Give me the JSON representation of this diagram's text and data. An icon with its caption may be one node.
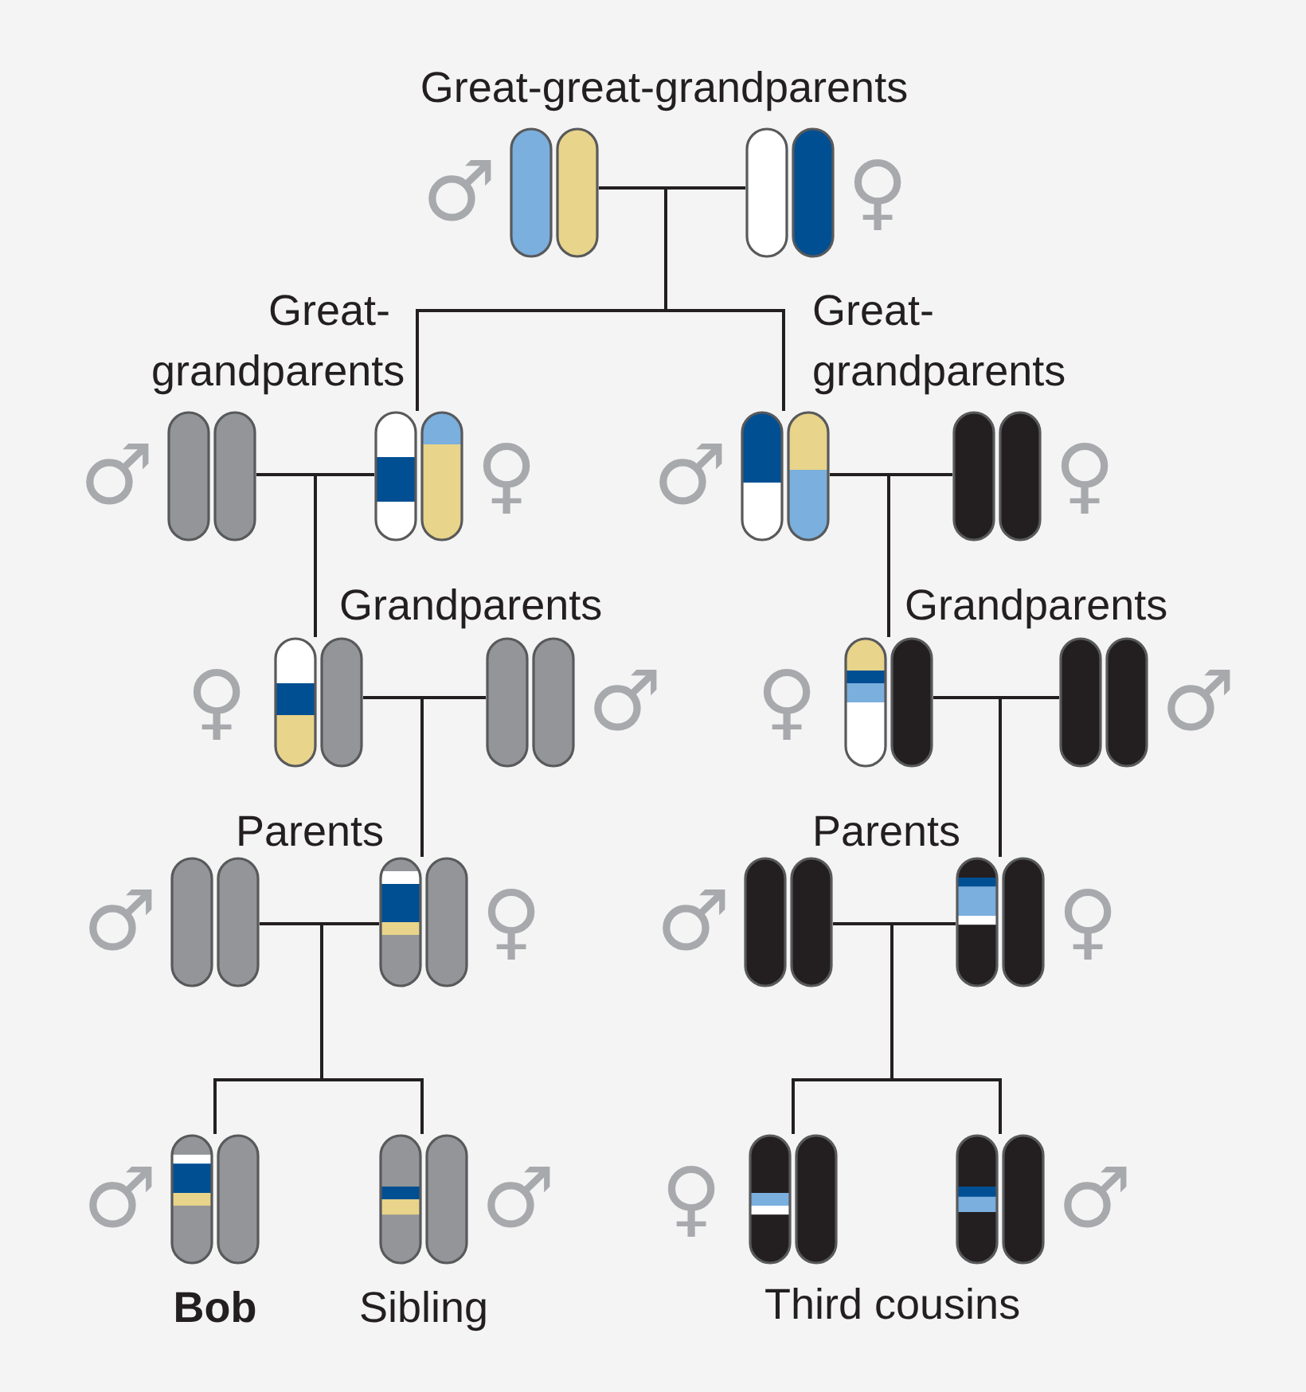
{
  "diagram": {
    "nodes": [
      {
        "text": [],
        "shape": "picture",
        "beside": [
          "♂"
        ]
      },
      {
        "text": [],
        "shape": "picture",
        "beside": [
          "♀"
        ]
      },
      {
        "text": [],
        "shape": "picture",
        "beside": [
          "♂"
        ]
      },
      {
        "text": [],
        "shape": "picture",
        "beside": [
          "♀"
        ]
      },
      {
        "text": [],
        "shape": "picture",
        "beside": [
          "♂"
        ]
      },
      {
        "text": [],
        "shape": "picture",
        "beside": [
          "♀"
        ]
      },
      {
        "text": [],
        "shape": "picture",
        "beside": [
          "♀"
        ]
      },
      {
        "text": [],
        "shape": "picture",
        "beside": [
          "♂"
        ]
      },
      {
        "text": [],
        "shape": "picture",
        "beside": [
          "♀"
        ]
      },
      {
        "text": [],
        "shape": "picture",
        "beside": [
          "♂"
        ]
      },
      {
        "text": [],
        "shape": "picture",
        "beside": [
          "♂"
        ]
      },
      {
        "text": [],
        "shape": "picture",
        "beside": [
          "♀"
        ]
      },
      {
        "text": [],
        "shape": "picture",
        "beside": [
          "♂"
        ]
      },
      {
        "text": [],
        "shape": "picture",
        "beside": [
          "♀"
        ]
      },
      {
        "text": [],
        "shape": "picture",
        "beside": [
          "♂",
          "Bob"
        ]
      },
      {
        "text": [],
        "shape": "picture",
        "beside": [
          "♂",
          "Sibling"
        ]
      },
      {
        "text": [],
        "shape": "picture",
        "beside": [
          "♀"
        ]
      },
      {
        "text": [],
        "shape": "picture",
        "beside": [
          "♂"
        ]
      }
    ],
    "edges": [
      {
        "from": 0,
        "to": 1,
        "arrow": "none"
      },
      {
        "from": 0,
        "to": 3,
        "arrow": "none"
      },
      {
        "from": 1,
        "to": 3,
        "arrow": "none"
      },
      {
        "from": 0,
        "to": 4,
        "arrow": "none"
      },
      {
        "from": 1,
        "to": 4,
        "arrow": "none"
      },
      {
        "from": 2,
        "to": 3,
        "arrow": "none"
      },
      {
        "from": 2,
        "to": 6,
        "arrow": "none"
      },
      {
        "from": 3,
        "to": 6,
        "arrow": "none"
      },
      {
        "from": 4,
        "to": 5,
        "arrow": "none"
      },
      {
        "from": 4,
        "to": 8,
        "arrow": "none"
      },
      {
        "from": 5,
        "to": 8,
        "arrow": "none"
      },
      {
        "from": 6,
        "to": 7,
        "arrow": "none"
      },
      {
        "from": 6,
        "to": 11,
        "arrow": "none"
      },
      {
        "from": 7,
        "to": 11,
        "arrow": "none"
      },
      {
        "from": 8,
        "to": 9,
        "arrow": "none"
      },
      {
        "from": 8,
        "to": 13,
        "arrow": "none"
      },
      {
        "from": 9,
        "to": 13,
        "arrow": "none"
      },
      {
        "from": 10,
        "to": 11,
        "arrow": "none"
      },
      {
        "from": 10,
        "to": 14,
        "arrow": "none"
      },
      {
        "from": 11,
        "to": 14,
        "arrow": "none"
      },
      {
        "from": 10,
        "to": 15,
        "arrow": "none"
      },
      {
        "from": 11,
        "to": 15,
        "arrow": "none"
      },
      {
        "from": 12,
        "to": 13,
        "arrow": "none"
      },
      {
        "from": 12,
        "to": 16,
        "arrow": "none"
      },
      {
        "from": 13,
        "to": 16,
        "arrow": "none"
      },
      {
        "from": 12,
        "to": 17,
        "arrow": "none"
      },
      {
        "from": 13,
        "to": 17,
        "arrow": "none"
      }
    ],
    "labels": [
      "Great-great-grandparents",
      "Great-grandparents",
      "Great-grandparents",
      "Grandparents",
      "Grandparents",
      "Parents",
      "Parents",
      "Third cousins"
    ]
  }
}
